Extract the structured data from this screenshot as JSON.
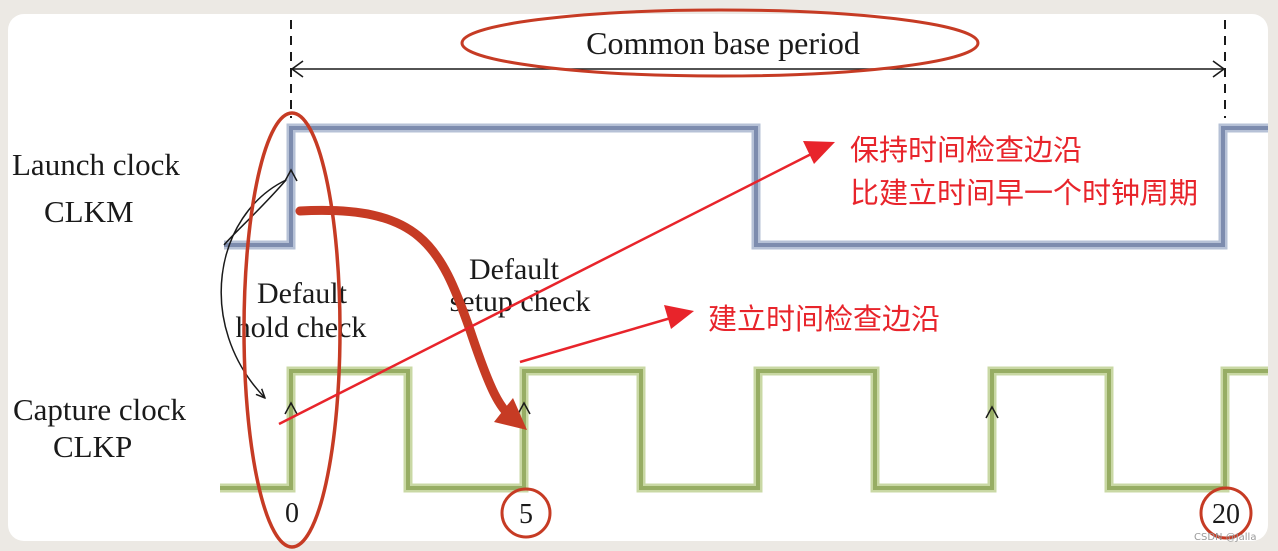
{
  "diagram": {
    "period_label": "Common base period",
    "launch_clock_line1": "Launch clock",
    "launch_clock_line2": "CLKM",
    "capture_clock_line1": "Capture clock",
    "capture_clock_line2": "CLKP",
    "hold_label_line1": "Default",
    "hold_label_line2": "hold check",
    "setup_label_line1": "Default",
    "setup_label_line2": "setup check",
    "annotation_hold_line1": "保持时间检查边沿",
    "annotation_hold_line2": "比建立时间早一个时钟周期",
    "annotation_setup": "建立时间检查边沿",
    "tick_0": "0",
    "tick_5": "5",
    "tick_20": "20",
    "watermark": "CSDN @Jalla"
  },
  "colors": {
    "launch_wave": "#8797b8",
    "capture_wave": "#a9c176",
    "annotation_red": "#e8242b",
    "highlight_dark_red": "#c63b24",
    "text": "#1a1a1a"
  }
}
